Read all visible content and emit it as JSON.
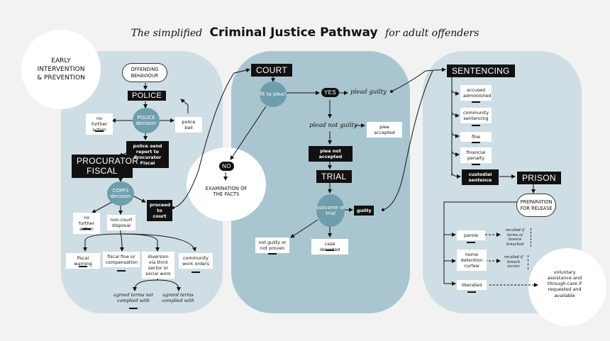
{
  "title": {
    "prefix": "The simplified",
    "main": "Criminal Justice Pathway",
    "suffix": "for adult offenders"
  },
  "left": {
    "early": "EARLY INTERVENTION & PREVENTION",
    "offending": "OFFENDING BEHAVIOUR",
    "police": "POLICE",
    "police_decision": "POLICE decision",
    "no_further_action_1": "no further action",
    "police_bail": "police bail",
    "police_send": "police send report to Procurator Fiscal",
    "procurator": "PROCURATOR FISCAL",
    "copfs": "COPFS decision",
    "proceed": "proceed to court",
    "no_further_action_2": "no further action",
    "non_court": "non-court disposal",
    "options": [
      "fiscal warning",
      "fiscal fine or compensation",
      "diversion via third sector or social work",
      "community work orders"
    ],
    "agreed_not": "agreed terms not complied with",
    "agreed_with": "agreed terms complied with"
  },
  "mid": {
    "court": "COURT",
    "fit": "fit to plea?",
    "yes": "YES",
    "no": "NO",
    "plead_guilty": "plead guilty",
    "plead_not_guilty": "plead not guilty",
    "plea_accepted": "plea accepted",
    "plea_not_accepted": "plea not accepted",
    "examination": "EXAMINATION OF THE FACTS",
    "trial": "TRIAL",
    "outcome": "outcome of trial",
    "guilty": "guilty",
    "not_guilty": "not guilty or not proven",
    "case_deserted": "case deserted"
  },
  "right": {
    "sentencing": "SENTENCING",
    "options": [
      "accused admonished",
      "community sentencing",
      "fine",
      "financial penalty"
    ],
    "custodial": "custodial sentence",
    "prison": "PRISON",
    "prep": "PREPARATION FOR RELEASE",
    "parole": "parole",
    "home": "home detention curfew",
    "liberated": "liberated",
    "recalled_1": "recalled if terms of licence breached",
    "recalled_2": "recalled if breach occurs",
    "voluntary": "voluntary assistance and through-care if requested and available"
  },
  "colors": {
    "panel_light": "#cfdde5",
    "panel_mid": "#a9c6d0",
    "decision": "#6e9dab"
  }
}
